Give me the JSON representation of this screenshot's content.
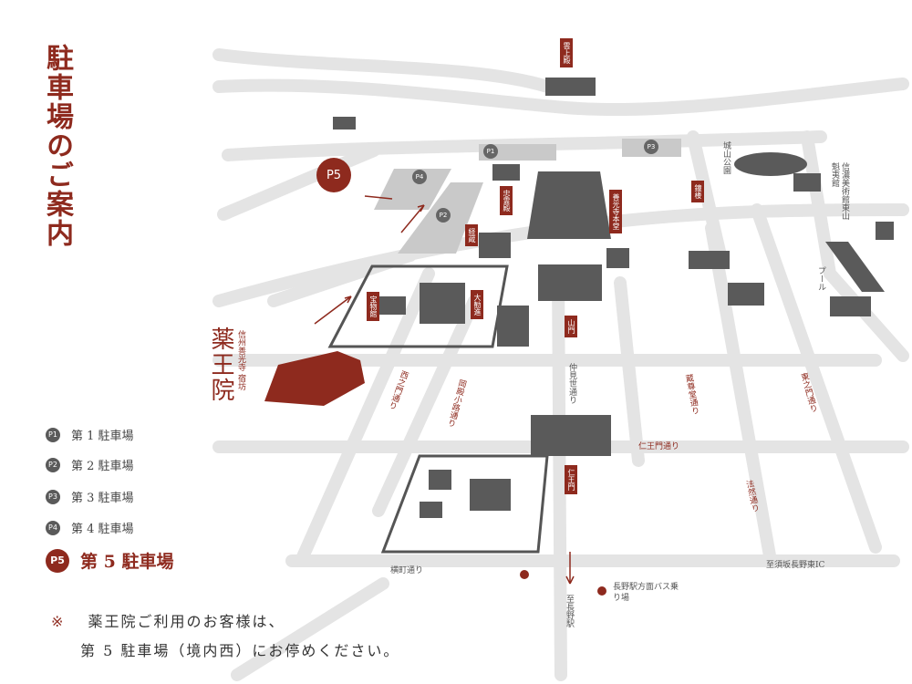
{
  "title": "駐車場のご案内",
  "temple_name": "薬王院",
  "temple_subtitle": "信州善光寺 宿坊",
  "legend": [
    {
      "pin": "P1",
      "label": "第 1 駐車場"
    },
    {
      "pin": "P2",
      "label": "第 2 駐車場"
    },
    {
      "pin": "P3",
      "label": "第 3 駐車場"
    },
    {
      "pin": "P4",
      "label": "第 4 駐車場"
    },
    {
      "pin": "P5",
      "label": "第 5 駐車場",
      "highlight": true
    }
  ],
  "note": {
    "mark": "※",
    "line1": "薬王院ご利用のお客様は、",
    "line2": "第 5 駐車場（境内西）にお停めください。"
  },
  "map_badges": {
    "p1": "P1",
    "p2": "P2",
    "p3": "P3",
    "p4": "P4",
    "p5": "P5"
  },
  "building_labels": {
    "unjoden": "雲上殿",
    "hireiden": "忠霊殿",
    "kyozo": "経蔵",
    "hondo": "善光寺本堂",
    "shoro": "鐘楼",
    "homotsukan": "宝物館",
    "daikanjin": "大勧進",
    "sanmon": "山門",
    "niomon": "仁王門"
  },
  "roads": {
    "nishinomon": "西之門通り",
    "onaiden": "岡殿小路通り",
    "nakamise": "仲見世通り",
    "niomon_dori": "仁王門通り",
    "zenjido": "蔵尊堂通り",
    "higashinomon": "東之門通り",
    "yokomachi": "横町通り",
    "hosshin": "法然通り",
    "ic": "至須坂長野東IC",
    "station": "至長野駅"
  },
  "places": {
    "joyama": "城山公園",
    "museum": "信濃美術館東山魁夷館",
    "pool": "プール",
    "bus": "長野駅方面バス乗り場"
  },
  "colors": {
    "accent": "#8e2a1e",
    "road": "#e4e4e4",
    "building": "#5a5a5a",
    "parking": "#c9c9c9"
  }
}
